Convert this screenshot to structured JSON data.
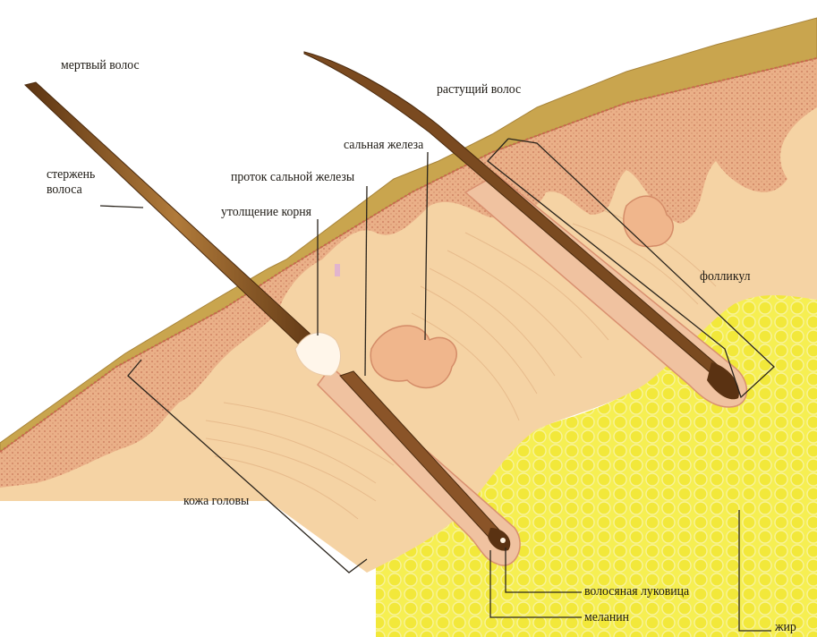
{
  "labels": {
    "dead_hair": "мертвый волос",
    "hair_shaft": "стержень волоса",
    "growing_hair": "растущий волос",
    "sebaceous_gland": "сальная железа",
    "sebaceous_duct": "проток сальной железы",
    "root_thickening": "утолщение корня",
    "follicle": "фолликул",
    "scalp_skin": "кожа головы",
    "hair_bulb": "волосяная луковица",
    "melanin": "меланин",
    "fat": "жир"
  },
  "colors": {
    "keratin_layer": "#c9a24a",
    "epidermis": "#e8ad82",
    "dermis": "#f3cfa0",
    "fat": "#f4ec3c",
    "hair": "#8a5428",
    "line": "#2a241c"
  }
}
